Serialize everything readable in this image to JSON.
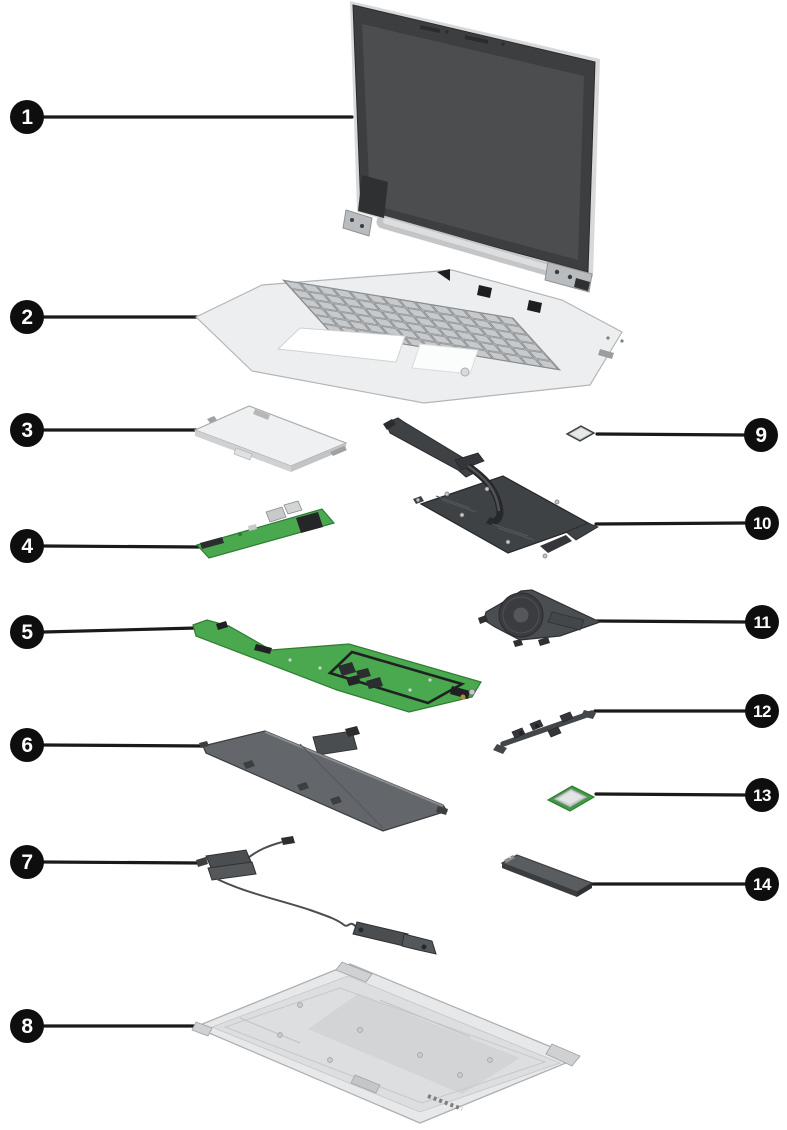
{
  "diagram": {
    "kind": "laptop-exploded-view",
    "background_color": "#ffffff",
    "badge_color": "#0e0e0e",
    "badge_text_color": "#ffffff",
    "leader_line_color": "#1a1a1a",
    "board_green": "#4aa84e",
    "metal_silver": "#e9ebed",
    "dark_part_gray": "#3f4245"
  },
  "callouts": [
    {
      "number": "1",
      "part": "display-assembly"
    },
    {
      "number": "2",
      "part": "top-cover-with-keyboard"
    },
    {
      "number": "3",
      "part": "touchpad"
    },
    {
      "number": "4",
      "part": "io-board"
    },
    {
      "number": "5",
      "part": "system-board"
    },
    {
      "number": "6",
      "part": "battery"
    },
    {
      "number": "7",
      "part": "speakers"
    },
    {
      "number": "8",
      "part": "bottom-cover"
    },
    {
      "number": "9",
      "part": "memory-card"
    },
    {
      "number": "10",
      "part": "heat-sink"
    },
    {
      "number": "11",
      "part": "fan"
    },
    {
      "number": "12",
      "part": "bracket"
    },
    {
      "number": "13",
      "part": "wlan-module"
    },
    {
      "number": "14",
      "part": "solid-state-drive"
    }
  ]
}
